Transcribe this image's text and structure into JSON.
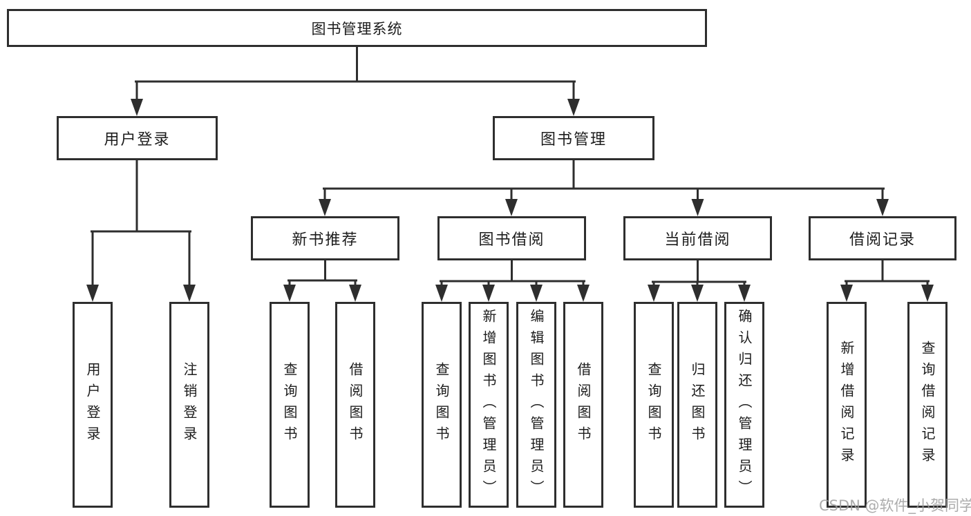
{
  "diagram_title": "图书管理系统",
  "nodes": {
    "root": "图书管理系统",
    "user_login": "用户登录",
    "book_mgmt": "图书管理",
    "modules": [
      {
        "label": "新书推荐"
      },
      {
        "label": "图书借阅"
      },
      {
        "label": "当前借阅"
      },
      {
        "label": "借阅记录"
      }
    ],
    "leaves": [
      {
        "label": "用户登录"
      },
      {
        "label": "注销登录"
      },
      {
        "label": "查询图书"
      },
      {
        "label": "借阅图书"
      },
      {
        "label": "查询图书"
      },
      {
        "label": "新增图书（管理员）"
      },
      {
        "label": "编辑图书（管理员）"
      },
      {
        "label": "借阅图书"
      },
      {
        "label": "查询图书"
      },
      {
        "label": "归还图书"
      },
      {
        "label": "确认归还（管理员）"
      },
      {
        "label": "新增借阅记录"
      },
      {
        "label": "查询借阅记录"
      }
    ]
  },
  "watermark": "CSDN @软件_小贺同学",
  "colors": {
    "line": "#2e2e2e",
    "text": "#1c1c1c",
    "watermark": "#9e9e9e",
    "background": "#ffffff"
  }
}
